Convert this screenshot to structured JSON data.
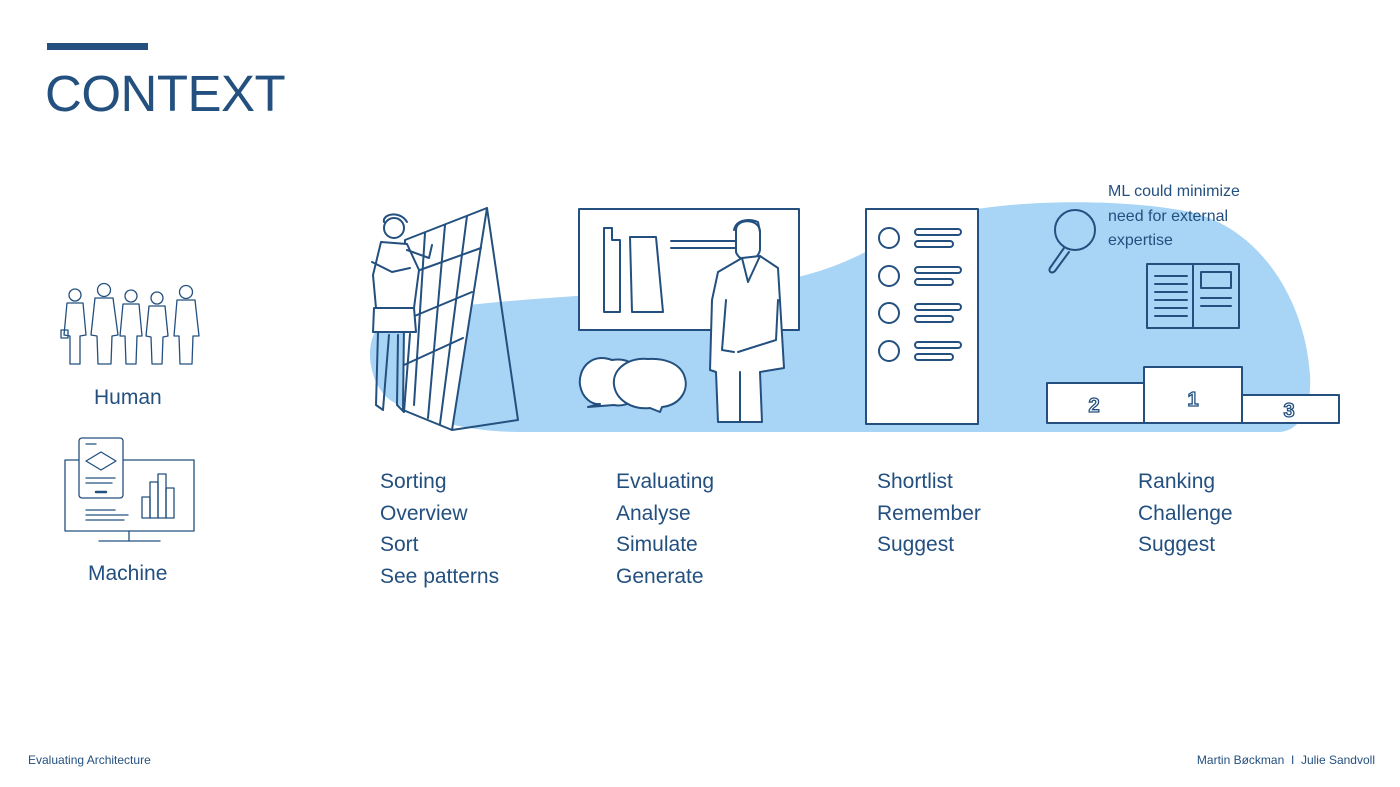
{
  "slide": {
    "title": "CONTEXT"
  },
  "actors": {
    "human_label": "Human",
    "machine_label": "Machine"
  },
  "columns": [
    {
      "items": [
        "Sorting",
        "Overview",
        "Sort",
        "See patterns"
      ]
    },
    {
      "items": [
        "Evaluating",
        "Analyse",
        "Simulate",
        "Generate"
      ]
    },
    {
      "items": [
        "Shortlist",
        "Remember",
        "Suggest"
      ]
    },
    {
      "items": [
        "Ranking",
        "Challenge",
        "Suggest"
      ]
    }
  ],
  "note": [
    "ML could minimize",
    "need for external",
    "expertise"
  ],
  "podium": {
    "first": "1",
    "second": "2",
    "third": "3"
  },
  "footer": {
    "left": "Evaluating Architecture",
    "right": "Martin Bøckman  I  Julie Sandvoll"
  },
  "colors": {
    "accent": "#23507f",
    "highlight": "#a8d4f5"
  }
}
